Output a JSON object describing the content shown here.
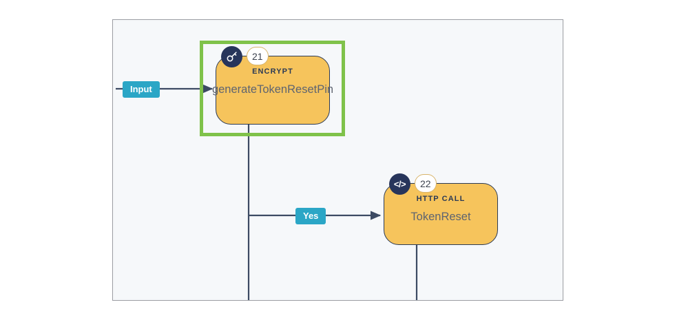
{
  "canvas": {
    "background_color": "#f6f8fa",
    "border_color": "#9a9ca2"
  },
  "theme": {
    "node_fill": "#f6c45c",
    "node_border": "#2b3a55",
    "node_kind_text": "#2b3a55",
    "node_title_text": "#5e6470",
    "icon_badge_fill": "#27355b",
    "number_badge_fill": "#ffffff",
    "number_badge_border": "#d8b46a",
    "edge_label_fill": "#2ba6c6",
    "edge_label_text": "#ffffff",
    "connector_color": "#3c4a63",
    "selection_color": "#7fc24a"
  },
  "nodes": [
    {
      "number": "21",
      "kind": "ENCRYPT",
      "title": "generateTokenResetPin",
      "icon": "key-icon",
      "selected": true
    },
    {
      "number": "22",
      "kind": "HTTP CALL",
      "title": "TokenReset",
      "icon": "code-brackets-icon",
      "selected": false
    }
  ],
  "edge_labels": [
    {
      "text": "Input"
    },
    {
      "text": "Yes"
    }
  ]
}
